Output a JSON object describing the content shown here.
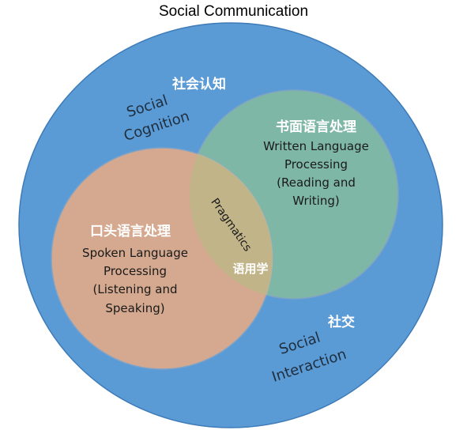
{
  "title": "Social Communication",
  "outer_circle": {
    "cn_label": "社会认知",
    "en_label_line1": "Social",
    "en_label_line2": "Cognition",
    "interaction_cn": "社交",
    "interaction_en_line1": "Social",
    "interaction_en_line2": "Interaction",
    "color": "#5b9bd5"
  },
  "written_circle": {
    "cn_label": "书面语言处理",
    "lines": [
      "Written Language",
      "Processing",
      "(Reading and",
      "Writing)"
    ],
    "color": "#7fb7a6"
  },
  "spoken_circle": {
    "cn_label": "口头语言处理",
    "lines": [
      "Spoken Language",
      "Processing",
      "(Listening and",
      "Speaking)"
    ],
    "color": "#d4a98f"
  },
  "overlap": {
    "en_label": "Pragmatics",
    "cn_label": "语用学",
    "color": "#c2b489"
  }
}
